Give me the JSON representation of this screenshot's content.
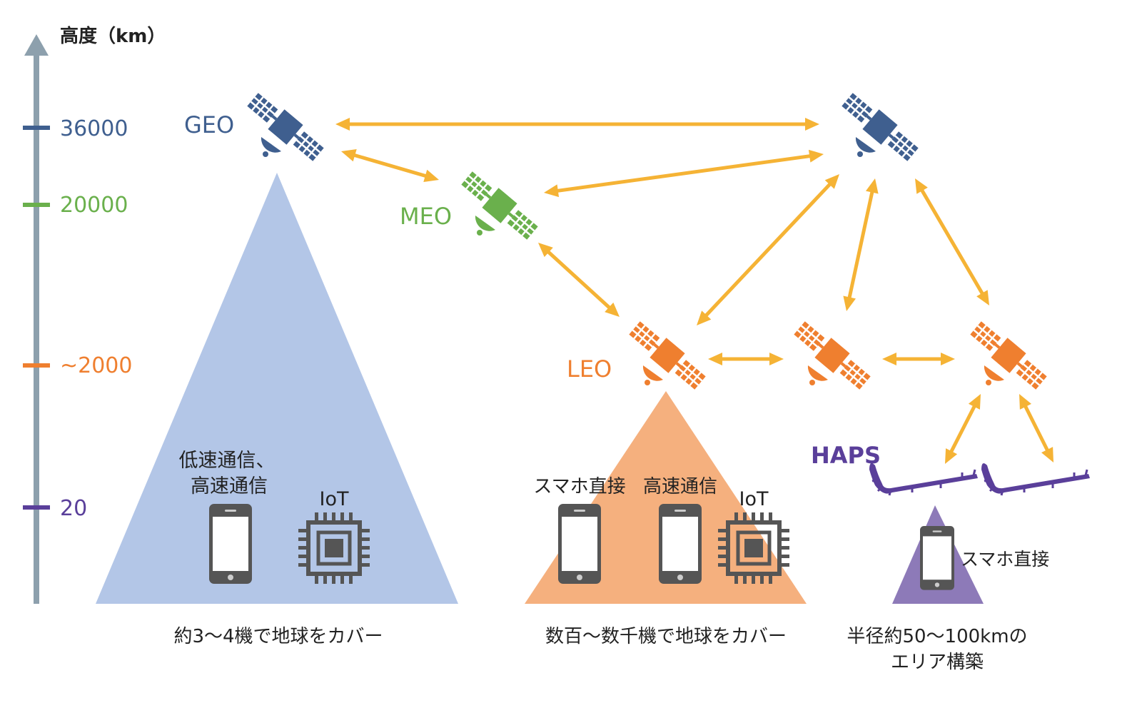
{
  "axis": {
    "title": "高度（km）",
    "ticks": [
      {
        "label": "36000",
        "color": "#3f5f8f"
      },
      {
        "label": "20000",
        "color": "#6ab04c"
      },
      {
        "label": "~2000",
        "color": "#ef7f2f"
      },
      {
        "label": "20",
        "color": "#5a3f9a"
      }
    ]
  },
  "orbits": {
    "geo": {
      "label": "GEO",
      "color": "#3f5f8f",
      "coverage_color": "#b3c6e7"
    },
    "meo": {
      "label": "MEO",
      "color": "#6ab04c"
    },
    "leo": {
      "label": "LEO",
      "color": "#ef7f2f",
      "coverage_color": "#f5b07e"
    },
    "haps": {
      "label": "HAPS",
      "color": "#5a3f9a",
      "coverage_color": "#8d7ab8"
    }
  },
  "arrow_color": "#f5b335",
  "device_color": "#555555",
  "geo_cone": {
    "service_label_line1": "低速通信、",
    "service_label_line2": "高速通信",
    "iot_label": "IoT",
    "caption": "約3〜4機で地球をカバー"
  },
  "leo_cone": {
    "label_direct": "スマホ直接",
    "label_highspeed": "高速通信",
    "iot_label": "IoT",
    "caption": "数百〜数千機で地球をカバー"
  },
  "haps_cone": {
    "label_direct": "スマホ直接",
    "caption_line1": "半径約50〜100kmの",
    "caption_line2": "エリア構築"
  },
  "icons": {
    "satellite": "satellite-icon",
    "smartphone": "smartphone-icon",
    "chip": "iot-chip-icon",
    "haps": "haps-aircraft-icon"
  }
}
